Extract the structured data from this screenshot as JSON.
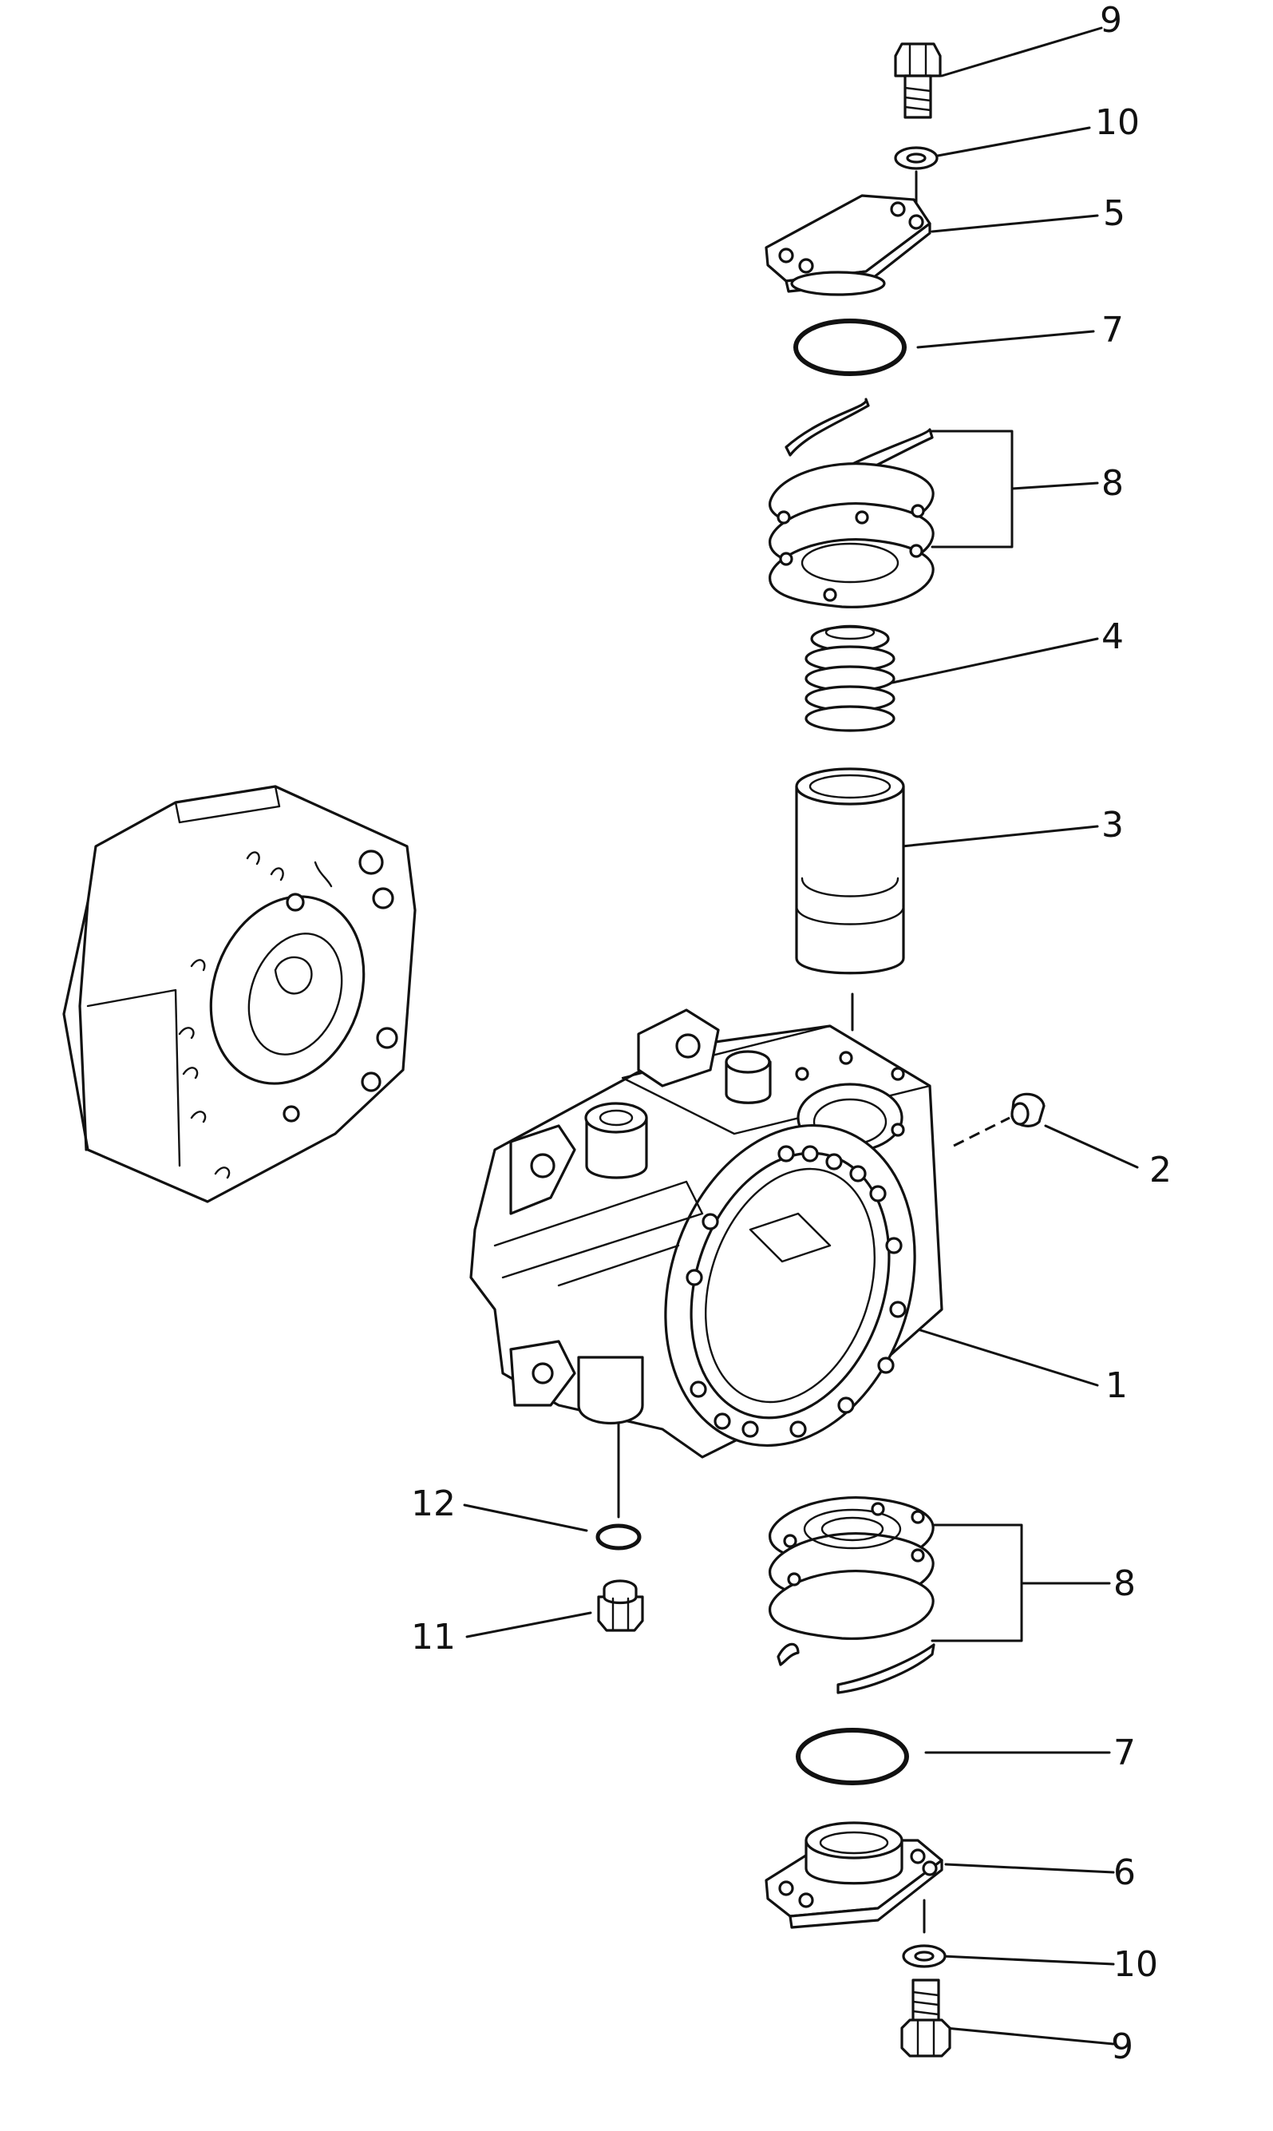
{
  "callouts": [
    {
      "id": "c-9-top",
      "label": "9"
    },
    {
      "id": "c-10-top",
      "label": "10"
    },
    {
      "id": "c-5",
      "label": "5"
    },
    {
      "id": "c-7-top",
      "label": "7"
    },
    {
      "id": "c-8-top",
      "label": "8"
    },
    {
      "id": "c-4",
      "label": "4"
    },
    {
      "id": "c-3",
      "label": "3"
    },
    {
      "id": "c-2",
      "label": "2"
    },
    {
      "id": "c-1",
      "label": "1"
    },
    {
      "id": "c-12",
      "label": "12"
    },
    {
      "id": "c-11",
      "label": "11"
    },
    {
      "id": "c-8-bottom",
      "label": "8"
    },
    {
      "id": "c-7-bottom",
      "label": "7"
    },
    {
      "id": "c-6",
      "label": "6"
    },
    {
      "id": "c-10-bottom",
      "label": "10"
    },
    {
      "id": "c-9-bottom",
      "label": "9"
    }
  ]
}
